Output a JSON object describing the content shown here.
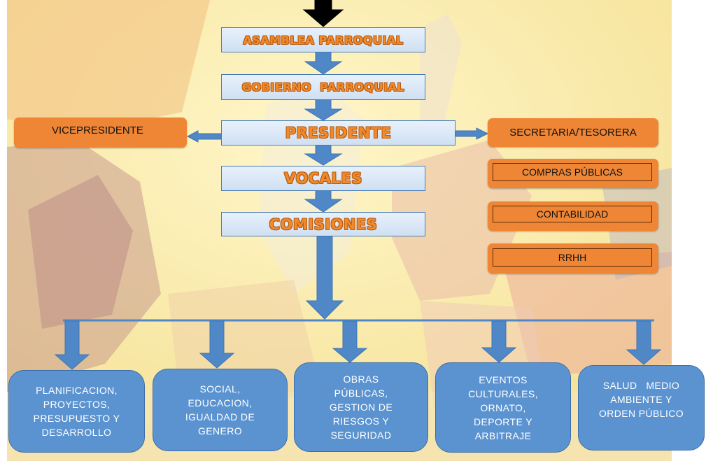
{
  "colors": {
    "main_fill": "#dbe8f6",
    "main_text": "#f08a2a",
    "arrow": "#4f87c7",
    "orange": "#ee8636",
    "blue": "#5b93d1",
    "top_arrow": "#000000"
  },
  "hierarchy": {
    "asamblea": "ASAMBLEA PARROQUIAL",
    "gobierno": "GOBIERNO  PARROQUIAL",
    "presidente": "PRESIDENTE",
    "vocales": "VOCALES",
    "comisiones": "COMISIONES"
  },
  "side": {
    "vicepresidente": "VICEPRESIDENTE",
    "secretaria": "SECRETARIA/TESORERA",
    "compras": "COMPRAS PÚBLICAS",
    "contabilidad": "CONTABILIDAD",
    "rrhh": "RRHH"
  },
  "commissions": [
    [
      "PLANIFICACION,",
      "PROYECTOS,",
      "PRESUPUESTO Y",
      "DESARROLLO"
    ],
    [
      "SOCIAL,",
      "EDUCACION,",
      "IGUALDAD DE",
      "GENERO"
    ],
    [
      "OBRAS",
      "PÚBLICAS,",
      "GESTION DE",
      "RIESGOS Y",
      "SEGURIDAD"
    ],
    [
      "EVENTOS",
      "CULTURALES,",
      "ORNATO,",
      "DEPORTE Y",
      "ARBITRAJE"
    ],
    [
      "SALUD   MEDIO",
      "AMBIENTE Y",
      "ORDEN PÚBLICO"
    ]
  ]
}
